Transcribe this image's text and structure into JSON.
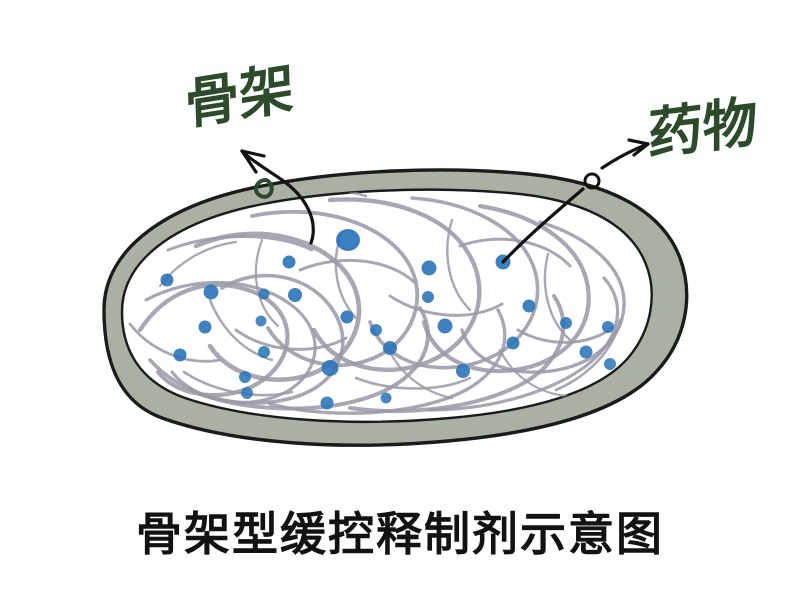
{
  "figure": {
    "kind": "hand-drawn-diagram",
    "background_color": "#fdfefe",
    "caption": "骨架型缓控释制剂示意图",
    "caption_color": "#121212"
  },
  "annotations": {
    "matrix": {
      "label": "骨架",
      "meaning": "matrix / skeleton",
      "ink_color": "#2d4a2a",
      "arrow": "curved-arrow-pointing-upper-left"
    },
    "drug": {
      "label": "药物",
      "meaning": "drug particle",
      "ink_color": "#2d4a2a",
      "arrow": "curved-arrow-pointing-upper-right"
    }
  },
  "capsule": {
    "shell_fill": "#a8b1a4",
    "shell_outline": "#1b1b1b",
    "core_fill": "#ffffff",
    "strand_color": "#9a9aa8",
    "particle_color": "#2b74b8"
  },
  "chart_data": {
    "type": "diagram",
    "title": "骨架型缓控释制剂示意图",
    "elements": [
      {
        "name": "骨架",
        "type": "polymer-matrix-strands",
        "color": "#9a9aa8"
      },
      {
        "name": "药物",
        "type": "drug-particles",
        "color": "#2b74b8",
        "count": 29
      },
      {
        "name": "外壳",
        "type": "capsule-shell",
        "color": "#a8b1a4"
      }
    ]
  }
}
